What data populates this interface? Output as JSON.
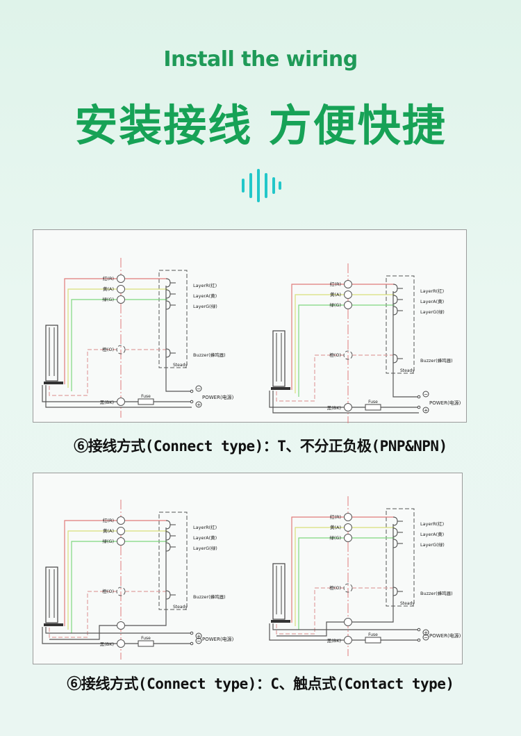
{
  "header": {
    "title_en": "Install the wiring",
    "title_cn": "安装接线 方便快捷"
  },
  "colors": {
    "accent": "#1f9a58",
    "wave": "#22c7c9",
    "red": "#e07a7a",
    "yellow": "#d8df7a",
    "green": "#7fd77f",
    "gray": "#666666"
  },
  "labels": {
    "red": "红(R)",
    "yellow": "黄(A)",
    "green": "绿(G)",
    "orange": "橙(O)",
    "black": "黑(BK)",
    "layer_r": "LayerR(红)",
    "layer_a": "LayerA(黄)",
    "layer_g": "LayerG(绿)",
    "buzzer": "Buzzer(蜂鸣器)",
    "steady": "Steady",
    "fuse": "Fuse",
    "power": "POWER(电源)",
    "plus": "+",
    "minus": "−"
  },
  "sections": [
    {
      "caption": "⑥接线方式(Connect type)：T、不分正负极(PNP&NPN)",
      "type": "T"
    },
    {
      "caption": "⑥接线方式(Connect type)：C、触点式(Contact type)",
      "type": "C"
    }
  ]
}
